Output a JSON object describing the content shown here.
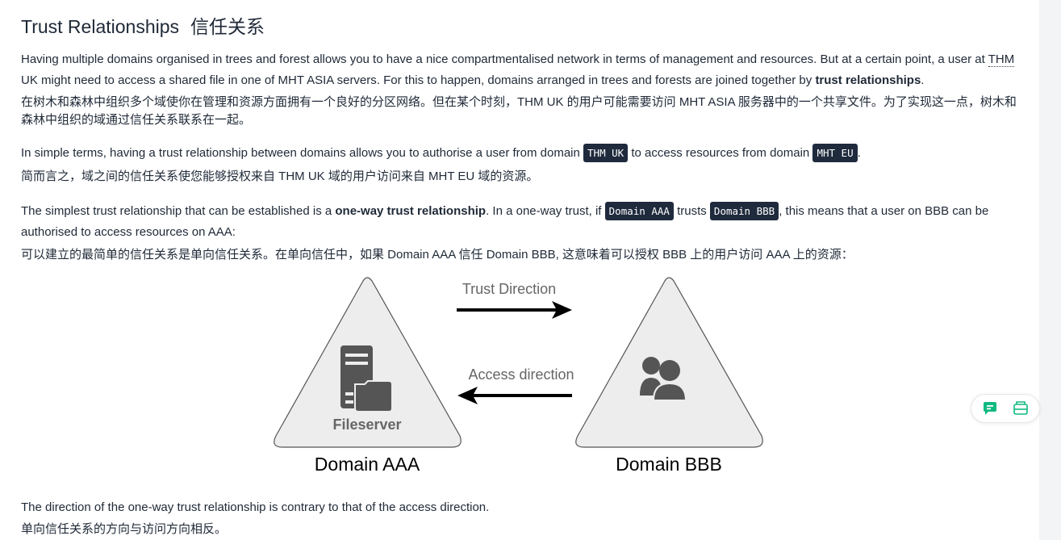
{
  "heading": {
    "en": "Trust Relationships",
    "zh": "信任关系"
  },
  "para1": {
    "prefix": "Having multiple domains organised in trees and forest allows you to have a nice compartmentalised network in terms of management and resources. But at a certain point, a user at ",
    "abbr": "THM",
    "line2": " UK might need to access a shared file in one of MHT ASIA servers. For this to happen, domains arranged in trees and forests are joined together by ",
    "bold": "trust relationships",
    "suffix": ".",
    "zh": "在树木和森林中组织多个域使你在管理和资源方面拥有一个良好的分区网络。但在某个时刻，THM UK 的用户可能需要访问 MHT ASIA 服务器中的一个共享文件。为了实现这一点，树木和森林中组织的域通过信任关系联系在一起。"
  },
  "para2": {
    "prefix": "In simple terms, having a trust relationship between domains allows you to authorise a user from domain ",
    "code1": "THM UK",
    "mid": " to access resources from domain ",
    "code2": "MHT EU",
    "suffix": ".",
    "zh": "简而言之，域之间的信任关系使您能够授权来自 THM UK 域的用户访问来自 MHT EU 域的资源。"
  },
  "para3": {
    "prefix": "The simplest trust relationship that can be established is a ",
    "bold": "one-way trust relationship",
    "mid": ". In a one-way trust, if ",
    "code1": "Domain AAA",
    "mid2": " trusts ",
    "code2": "Domain BBB",
    "suffix": ", this means that a user on BBB can be authorised to access resources on AAA:",
    "zh": "可以建立的最简单的信任关系是单向信任关系。在单向信任中，如果 Domain AAA 信任 Domain BBB, 这意味着可以授权 BBB 上的用户访问 AAA 上的资源："
  },
  "diagram": {
    "trust_label": "Trust Direction",
    "access_label": "Access direction",
    "server_label": "Fileserver",
    "domain_left": "Domain AAA",
    "domain_right": "Domain BBB"
  },
  "para4": {
    "en": "The direction of the one-way trust relationship is contrary to that of the access direction.",
    "zh": "单向信任关系的方向与访问方向相反。"
  },
  "widget": {
    "icons": [
      "chat-translate-icon",
      "message-icon"
    ],
    "accent": "#10b981"
  }
}
